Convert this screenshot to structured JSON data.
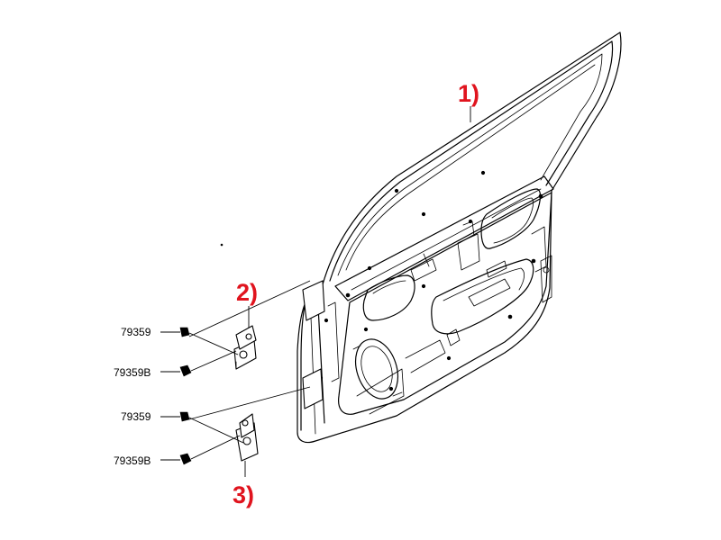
{
  "callouts": {
    "door_panel": "1)",
    "upper_hinge": "2)",
    "lower_hinge": "3)"
  },
  "part_codes": {
    "upper_bolt_a": "79359",
    "upper_bolt_b": "79359B",
    "lower_bolt_a": "79359",
    "lower_bolt_b": "79359B"
  },
  "colors": {
    "callout": "#e0141e",
    "line": "#000000",
    "background": "#ffffff"
  }
}
